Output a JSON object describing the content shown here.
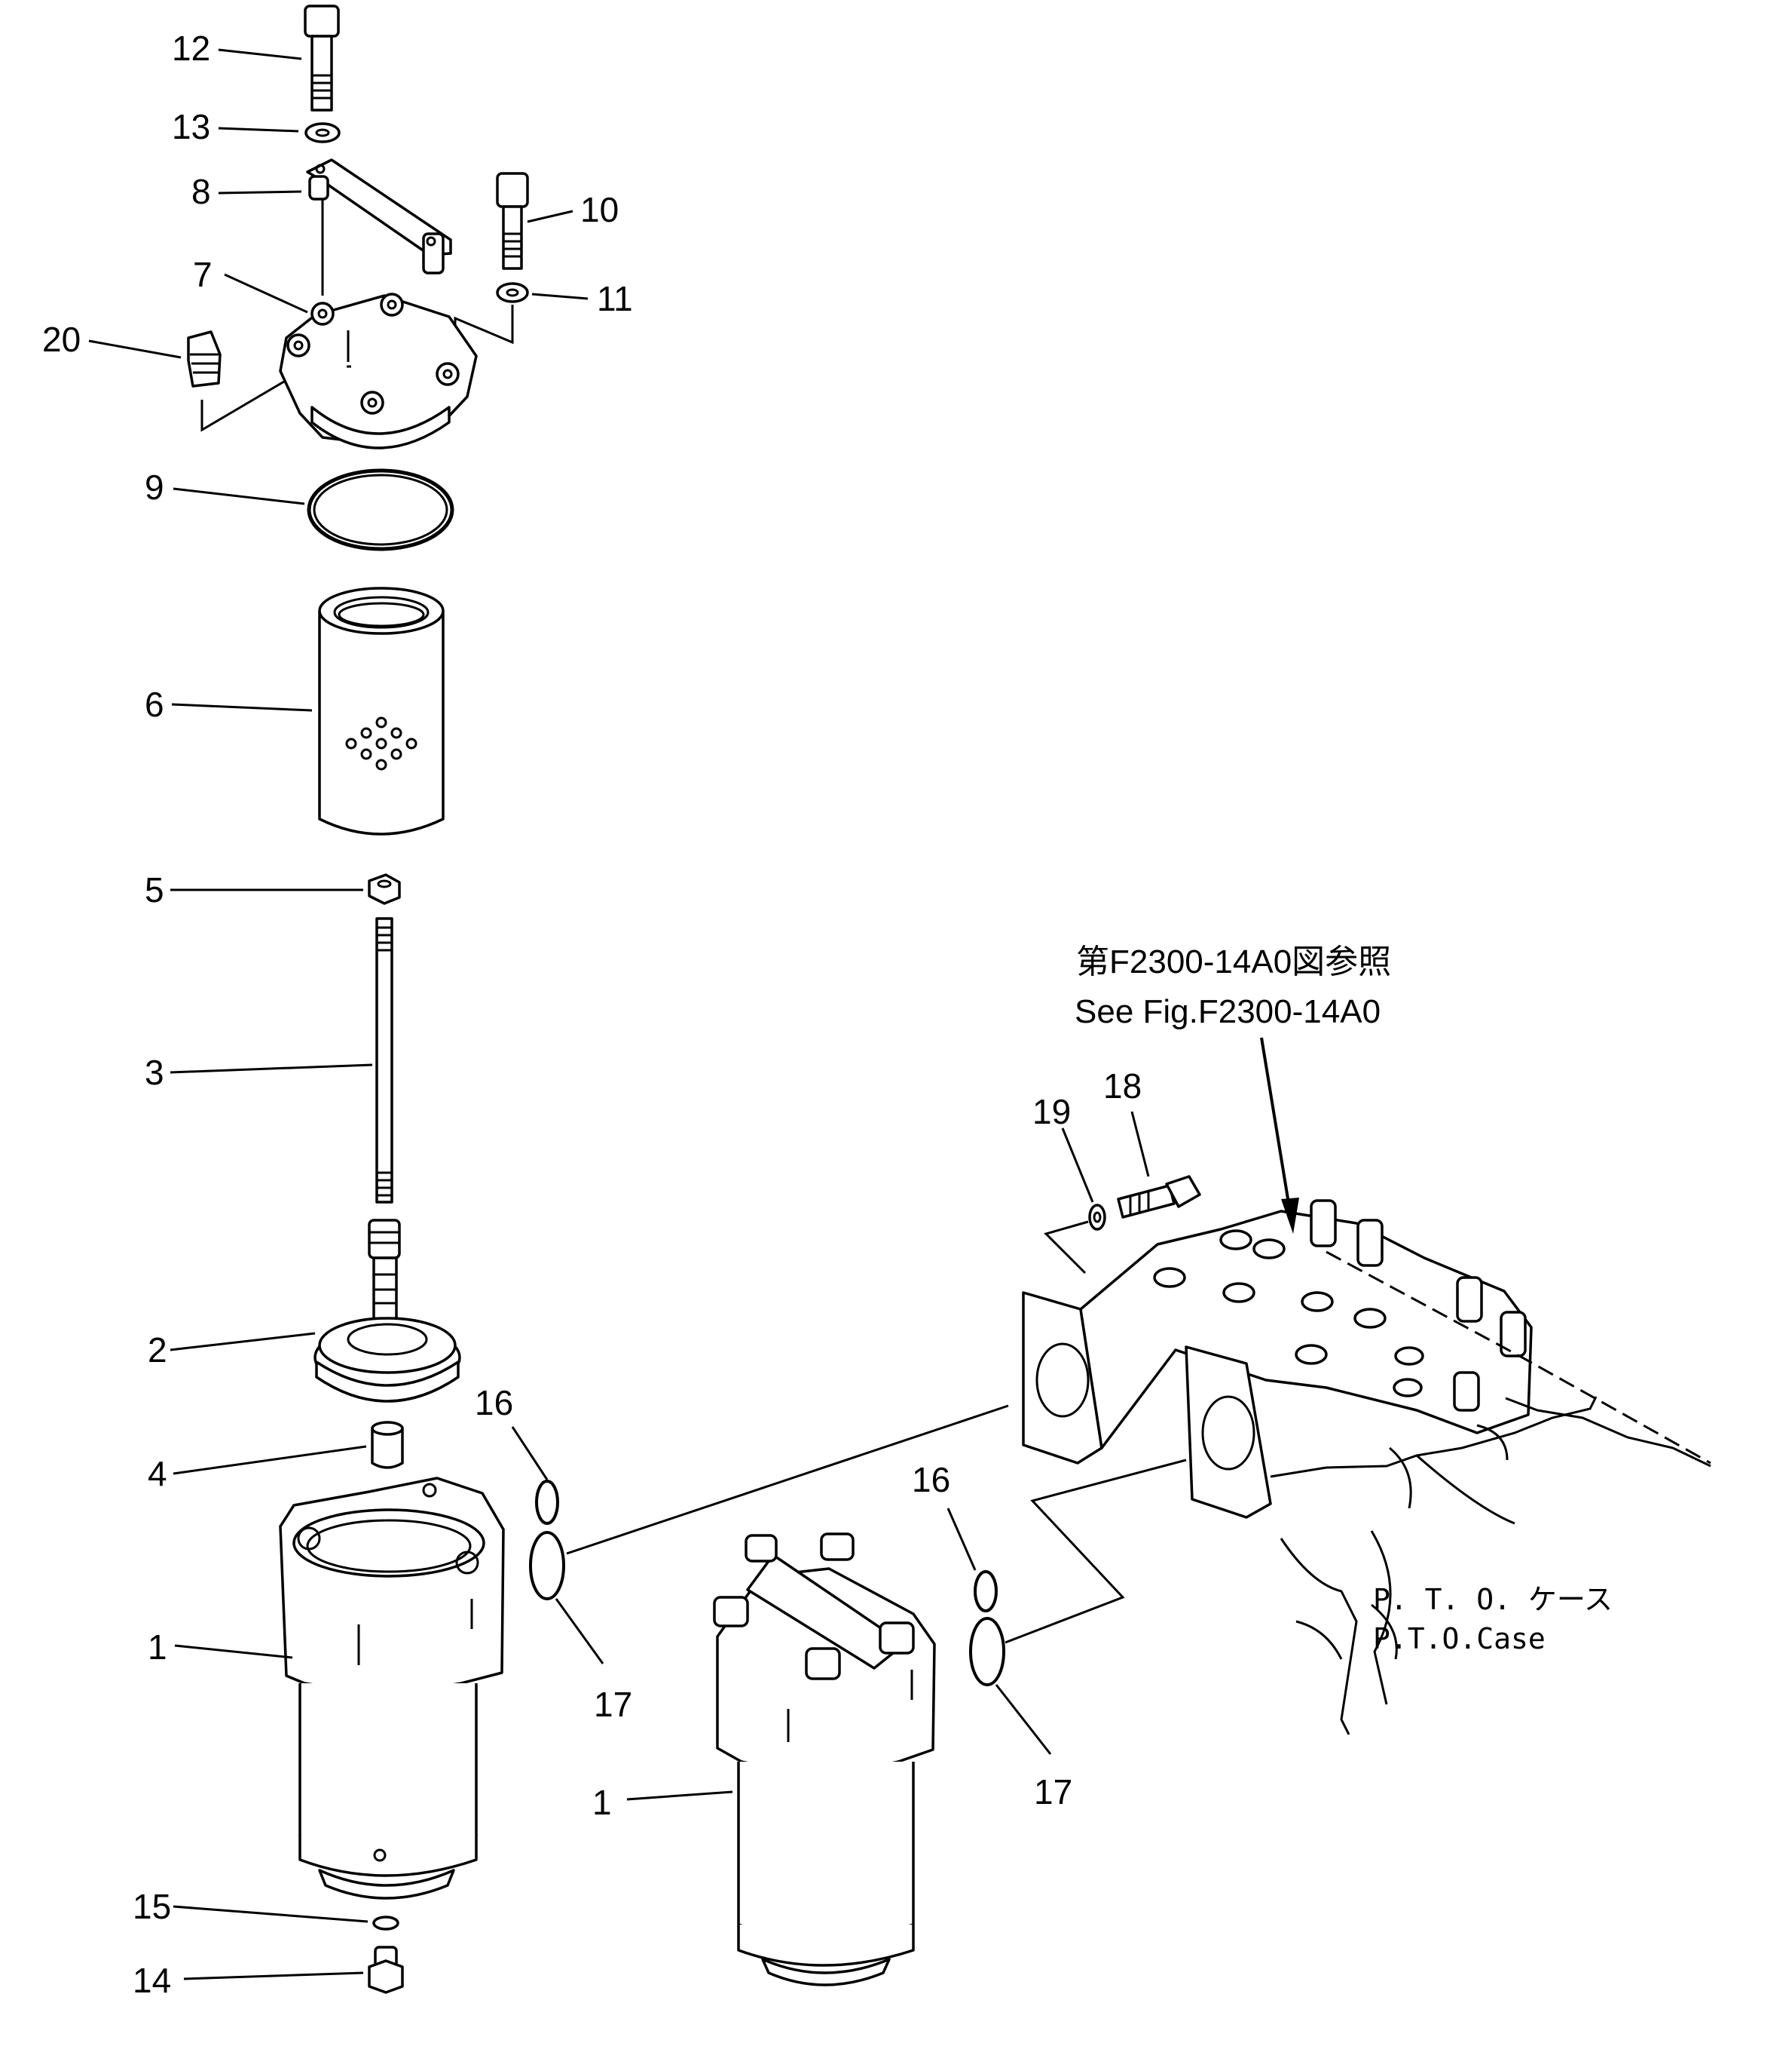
{
  "callouts": {
    "c12": "12",
    "c13": "13",
    "c8": "8",
    "c10": "10",
    "c7": "7",
    "c11": "11",
    "c20": "20",
    "c9": "9",
    "c6": "6",
    "c5": "5",
    "c3": "3",
    "c2": "2",
    "c4": "4",
    "c1a": "1",
    "c1b": "1",
    "c15": "15",
    "c14": "14",
    "c16a": "16",
    "c17a": "17",
    "c16b": "16",
    "c17b": "17",
    "c18": "18",
    "c19": "19"
  },
  "reference": {
    "jp": "第F2300-14A0図参照",
    "en": "See Fig.F2300-14A0"
  },
  "pto_label": {
    "jp": "P. T. O. ケース",
    "en": "P.T.O.Case"
  }
}
